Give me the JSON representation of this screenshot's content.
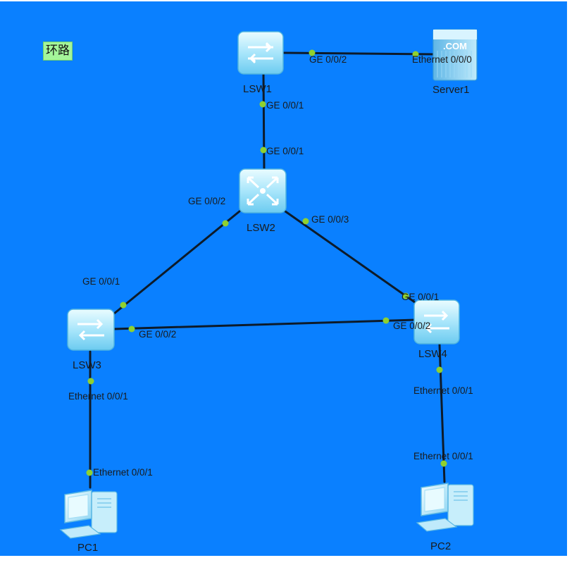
{
  "canvas": {
    "title": "环路",
    "background": "#0a80ff",
    "link_color": "#0d1b2a",
    "port_dot_color": "#8fd12f"
  },
  "devices": [
    {
      "id": "lsw1",
      "label": "LSW1",
      "icon": "l2-switch-icon"
    },
    {
      "id": "lsw2",
      "label": "LSW2",
      "icon": "l3-switch-icon"
    },
    {
      "id": "lsw3",
      "label": "LSW3",
      "icon": "l2-switch-icon"
    },
    {
      "id": "lsw4",
      "label": "LSW4",
      "icon": "l2-switch-icon"
    },
    {
      "id": "server1",
      "label": "Server1",
      "icon": "server-icon"
    },
    {
      "id": "pc1",
      "label": "PC1",
      "icon": "pc-icon"
    },
    {
      "id": "pc2",
      "label": "PC2",
      "icon": "pc-icon"
    }
  ],
  "links": [
    {
      "from": "LSW1",
      "from_port": "GE 0/0/2",
      "to": "Server1",
      "to_port": "Ethernet 0/0/0"
    },
    {
      "from": "LSW1",
      "from_port": "GE 0/0/1",
      "to": "LSW2",
      "to_port": "GE 0/0/1"
    },
    {
      "from": "LSW2",
      "from_port": "GE 0/0/2",
      "to": "LSW3",
      "to_port": "GE 0/0/1"
    },
    {
      "from": "LSW2",
      "from_port": "GE 0/0/3",
      "to": "LSW4",
      "to_port": "GE 0/0/1"
    },
    {
      "from": "LSW3",
      "from_port": "GE 0/0/2",
      "to": "LSW4",
      "to_port": "GE 0/0/2"
    },
    {
      "from": "LSW3",
      "from_port": "Ethernet 0/0/1",
      "to": "PC1",
      "to_port": "Ethernet 0/0/1"
    },
    {
      "from": "LSW4",
      "from_port": "Ethernet 0/0/1",
      "to": "PC2",
      "to_port": "Ethernet 0/0/1"
    }
  ],
  "server_badge": ".COM"
}
